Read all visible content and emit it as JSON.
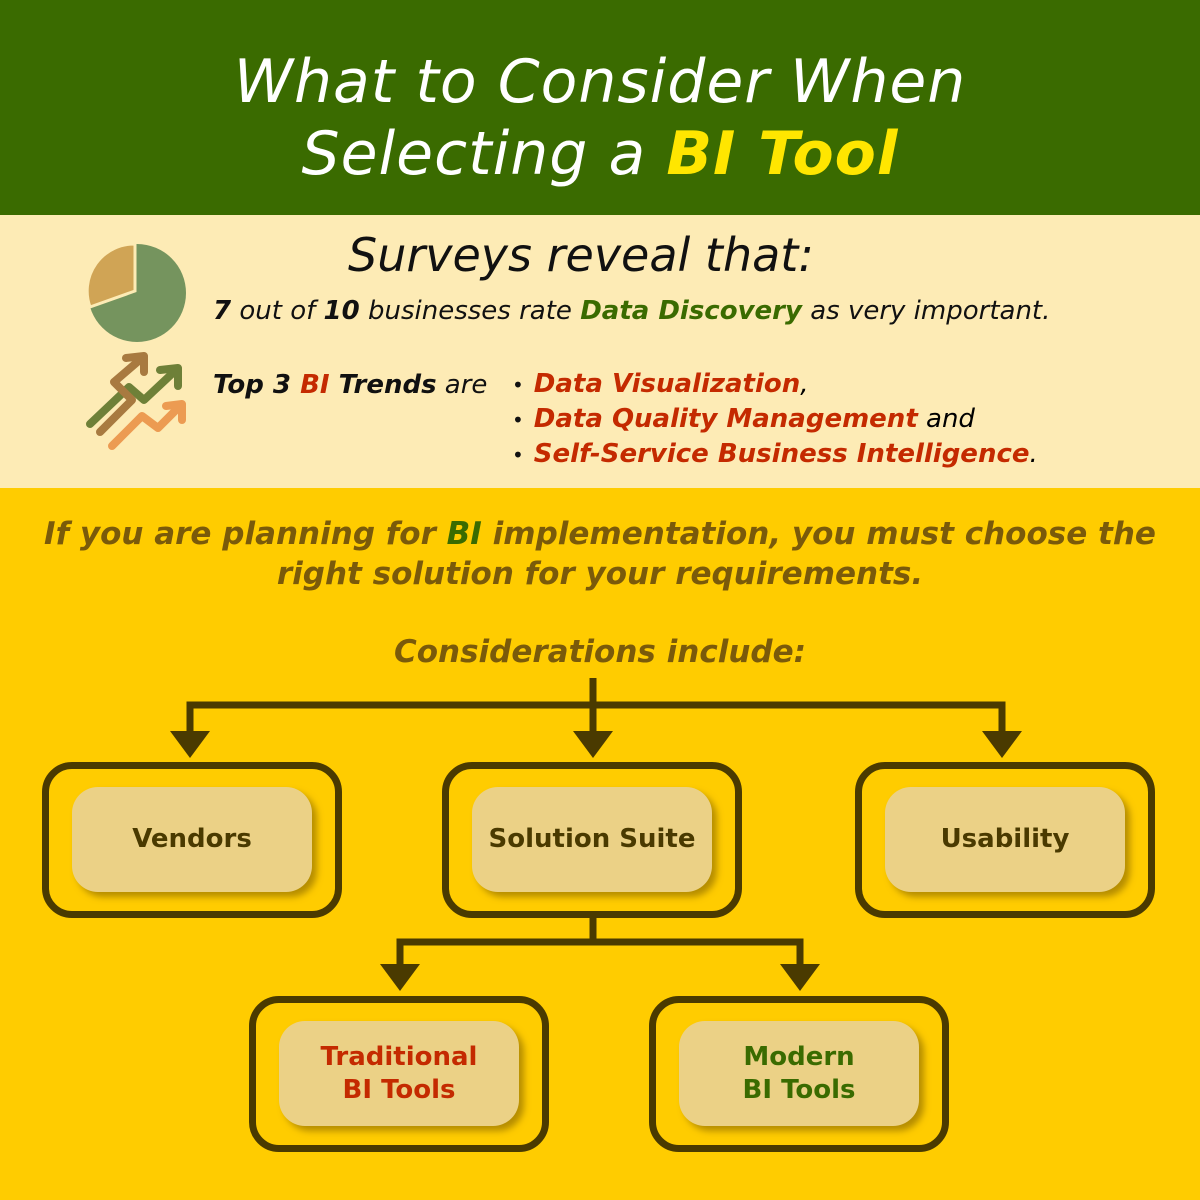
{
  "header": {
    "title_line1": "What to Consider When",
    "title_line2_prefix": "Selecting a ",
    "title_highlight": "BI Tool"
  },
  "survey": {
    "title": "Surveys reveal that:",
    "stat": {
      "num1": "7",
      "t1": " out of ",
      "num2": "10",
      "t2": " businesses rate ",
      "highlight": "Data Discovery",
      "t3": " as very important."
    },
    "pie": {
      "value": 0.7,
      "colors": [
        "#75945e",
        "#d0a455"
      ]
    },
    "trends_lead": {
      "t1": "Top 3 ",
      "bi": "BI",
      "t2": " Trends",
      "t3": " are"
    },
    "trends": [
      {
        "label": "Data Visualization",
        "suffix": ","
      },
      {
        "label": "Data Quality Management",
        "suffix": " and"
      },
      {
        "label": "Self-Service Business Intelligence",
        "suffix": "."
      }
    ]
  },
  "plan": {
    "t1": "If you are planning for ",
    "bi": "BI",
    "t2": " implementation, you must choose the right solution for your requirements."
  },
  "considerations_heading": "Considerations include:",
  "nodes": {
    "vendors": "Vendors",
    "solution_suite": "Solution Suite",
    "usability": "Usability",
    "traditional": "Traditional BI Tools",
    "modern": "Modern BI Tools"
  },
  "colors": {
    "header": "#3a6b00",
    "cream": "#fdebb5",
    "yellow": "#ffcc00",
    "dark": "#4a3a00",
    "red": "#c42a00",
    "green": "#3a6b00"
  }
}
